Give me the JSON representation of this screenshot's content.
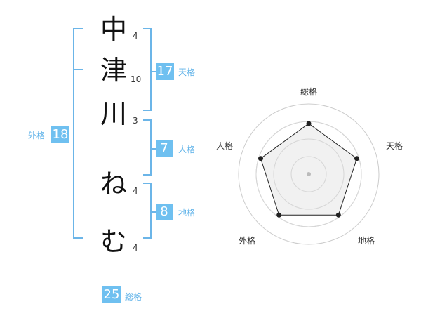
{
  "name_chars": [
    {
      "char": "中",
      "strokes": "4"
    },
    {
      "char": "津",
      "strokes": "10"
    },
    {
      "char": "川",
      "strokes": "3"
    },
    {
      "char": "ね",
      "strokes": "4"
    },
    {
      "char": "む",
      "strokes": "4"
    }
  ],
  "kaku": {
    "tenkaku": {
      "value": "17",
      "label": "天格"
    },
    "jinkaku": {
      "value": "7",
      "label": "人格"
    },
    "chikaku": {
      "value": "8",
      "label": "地格"
    },
    "gaikaku": {
      "value": "18",
      "label": "外格"
    },
    "soukaku": {
      "value": "25",
      "label": "総格"
    }
  },
  "chart_data": {
    "type": "radar",
    "axes": [
      "総格",
      "天格",
      "地格",
      "外格",
      "人格"
    ],
    "values": [
      0.72,
      0.72,
      0.72,
      0.72,
      0.72
    ],
    "rings": 4,
    "accent_color": "#6fc0f0",
    "fill_color": "#eeeeee"
  }
}
